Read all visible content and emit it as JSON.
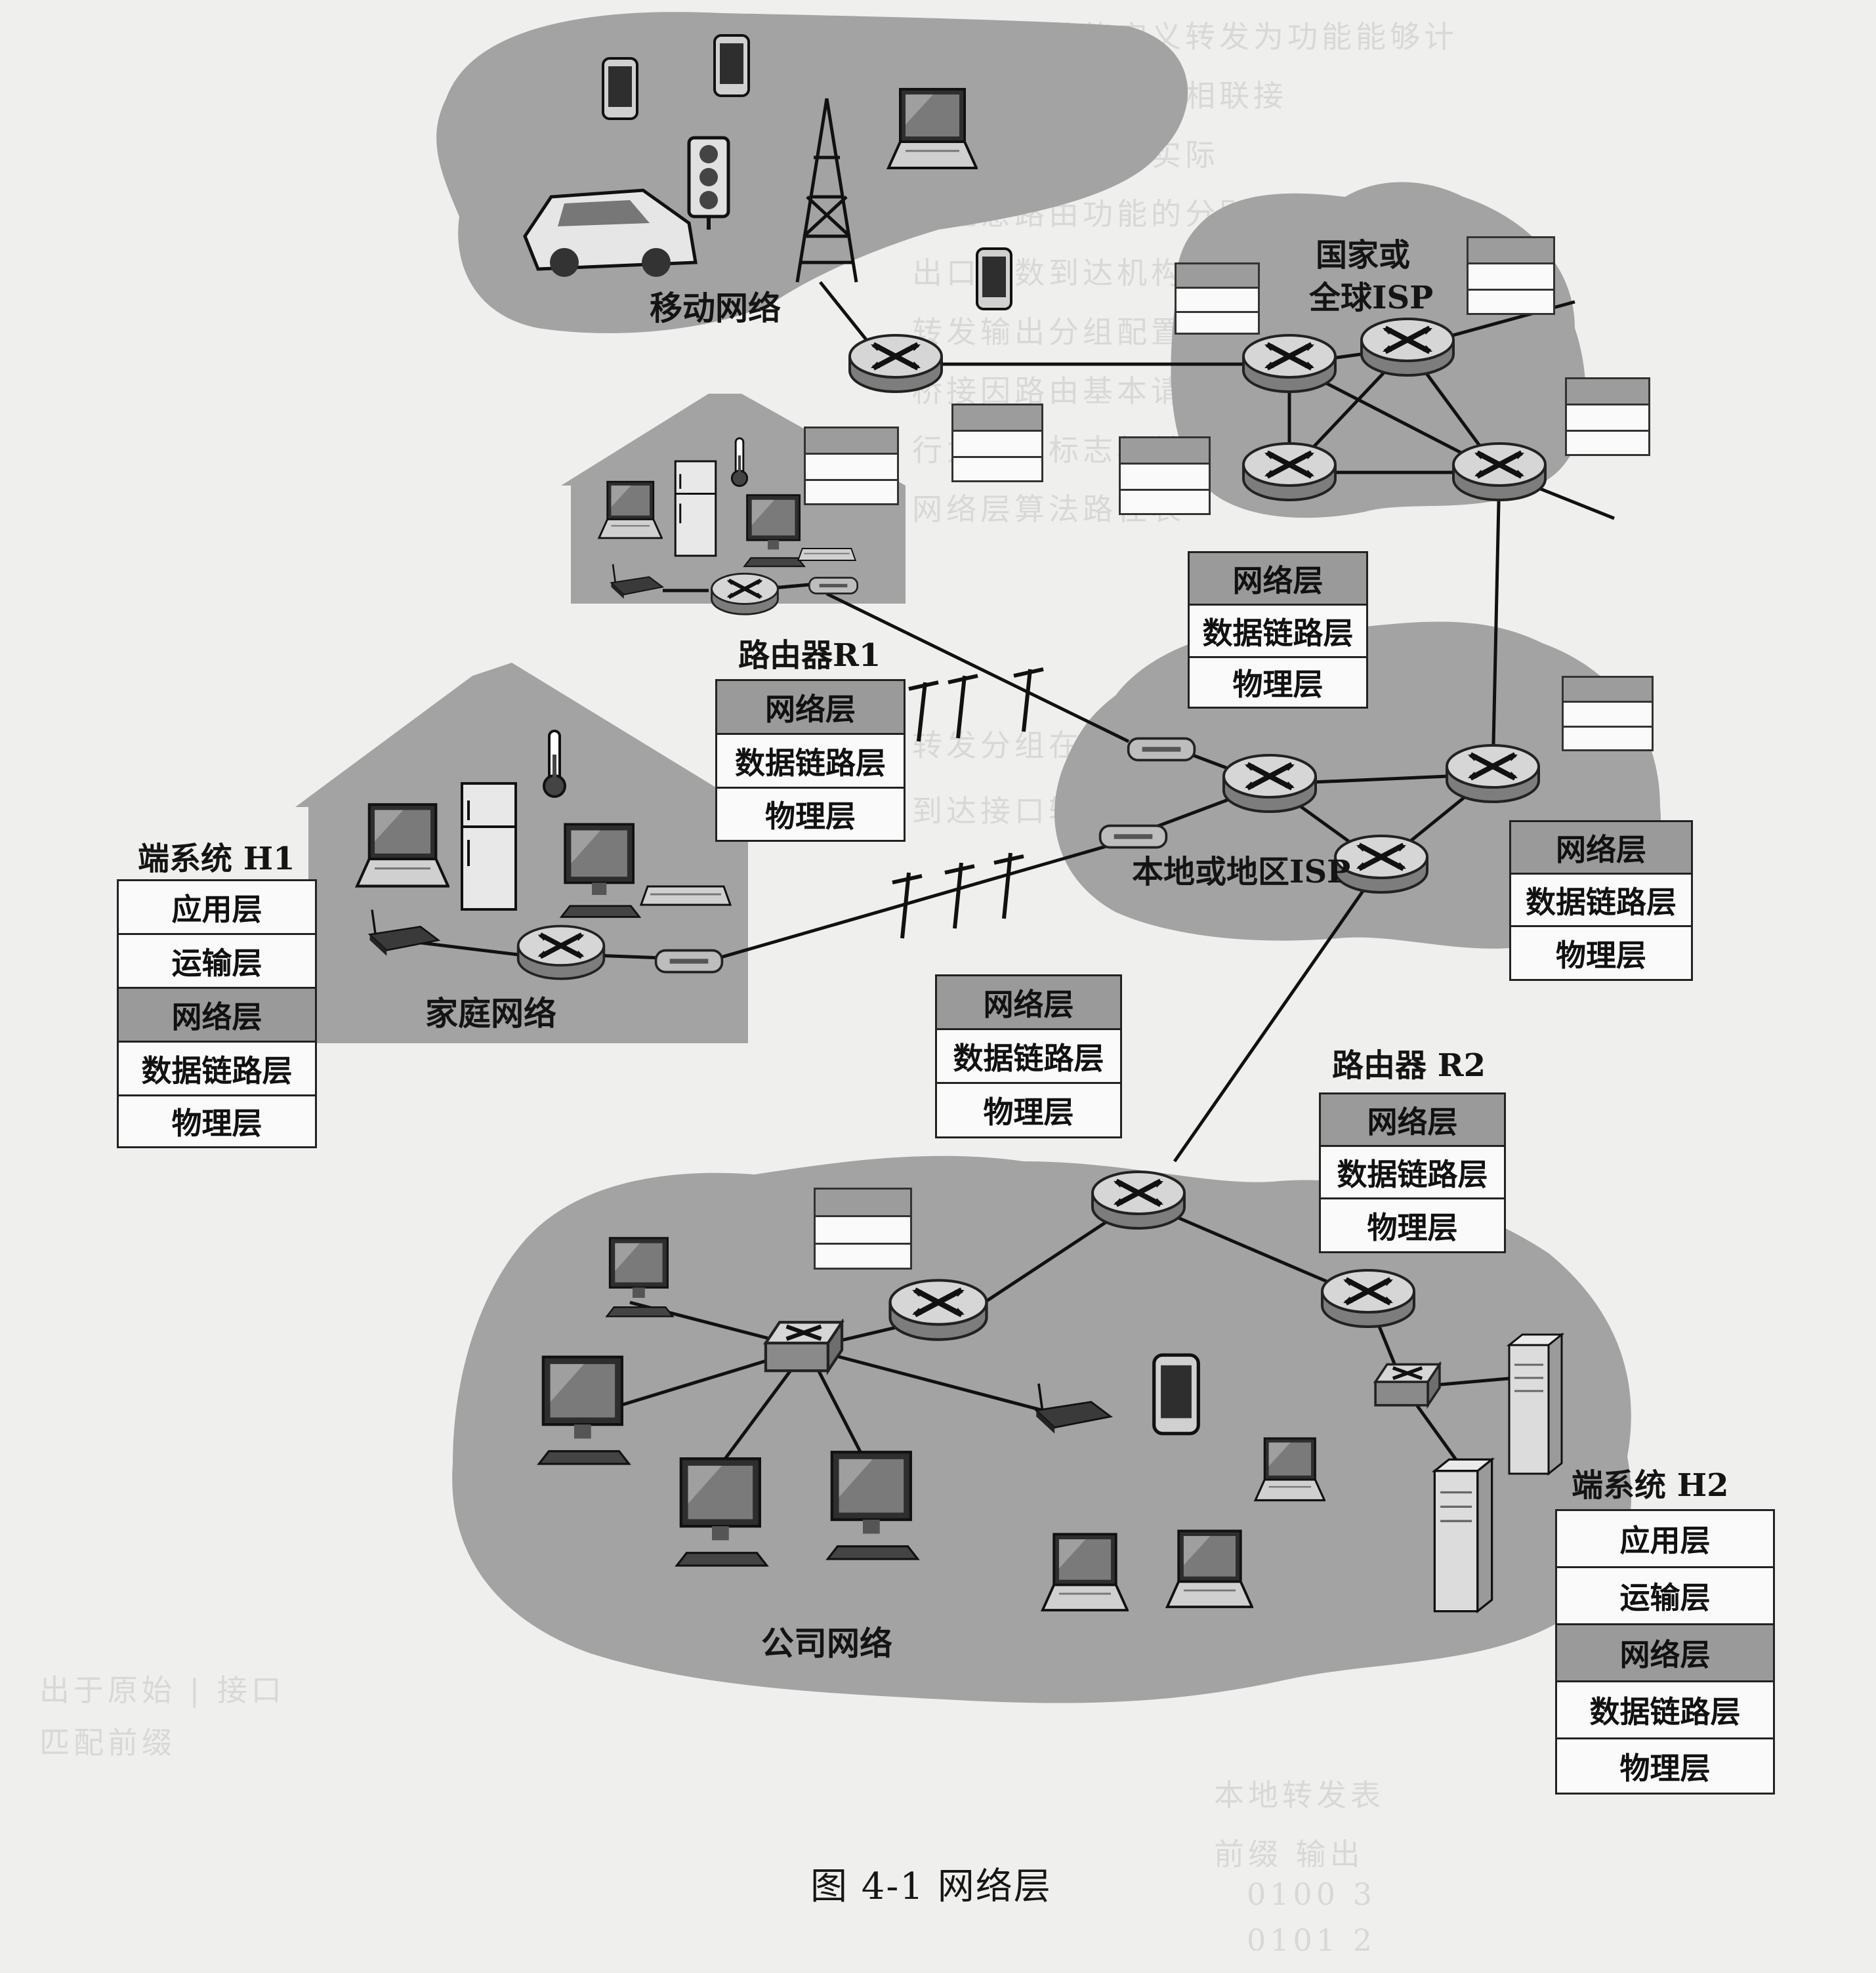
{
  "labels": {
    "mobile": "移动网络",
    "isp_national": "国家或",
    "isp_global": "全球ISP",
    "home": "家庭网络",
    "local_isp": "本地或地区ISP",
    "enterprise": "公司网络",
    "router_r1": "路由器R1",
    "router_r2": "路由器 R2",
    "host_h1": "端系统 H1",
    "host_h2": "端系统 H2"
  },
  "stacks": {
    "h1": [
      "应用层",
      "运输层",
      "网络层",
      "数据链路层",
      "物理层"
    ],
    "h2": [
      "应用层",
      "运输层",
      "网络层",
      "数据链路层",
      "物理层"
    ],
    "r1": [
      "网络层",
      "数据链路层",
      "物理层"
    ],
    "r2": [
      "网络层",
      "数据链路层",
      "物理层"
    ],
    "isp_router": [
      "网络层",
      "数据链路层",
      "物理层"
    ],
    "right_router": [
      "网络层",
      "数据链路层",
      "物理层"
    ],
    "mid_router": [
      "网络层",
      "数据链路层",
      "物理层"
    ]
  },
  "caption": "图 4-1   网络层",
  "colors": {
    "cloud": "#a3a3a3",
    "highlight_layer": "#9a9a9a",
    "paper": "#efefed"
  }
}
